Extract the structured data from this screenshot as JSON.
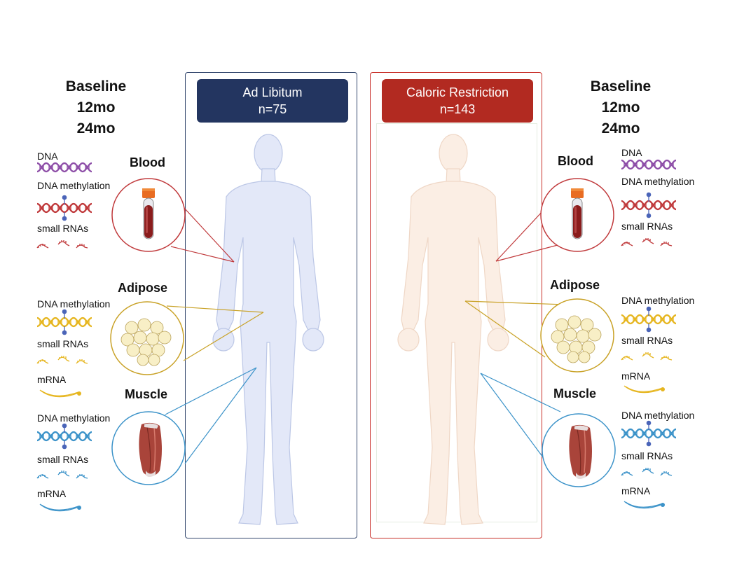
{
  "timepoints": [
    "Baseline",
    "12mo",
    "24mo"
  ],
  "groups": [
    {
      "name": "Ad Libitum",
      "n": "n=75",
      "color": "#233560"
    },
    {
      "name": "Caloric Restriction",
      "n": "n=143",
      "color": "#b22a21"
    }
  ],
  "tissues": {
    "blood": {
      "label": "Blood",
      "color": "#c0393b",
      "assays": [
        "DNA",
        "DNA methylation",
        "small RNAs"
      ]
    },
    "adipose": {
      "label": "Adipose",
      "color": "#c9a227",
      "assays": [
        "DNA methylation",
        "small RNAs",
        "mRNA"
      ]
    },
    "muscle": {
      "label": "Muscle",
      "color": "#3c93c9",
      "assays": [
        "DNA methylation",
        "small RNAs",
        "mRNA"
      ]
    }
  },
  "colors": {
    "dna_purple": "#8e4fa8",
    "blood_red": "#c0393b",
    "adipose_gold": "#e6b620",
    "muscle_blue": "#3c93c9",
    "methyl_dot": "#4a64b8",
    "body_ad_libitum": "#e3e8f8",
    "body_caloric_restriction": "#fbeee4"
  }
}
